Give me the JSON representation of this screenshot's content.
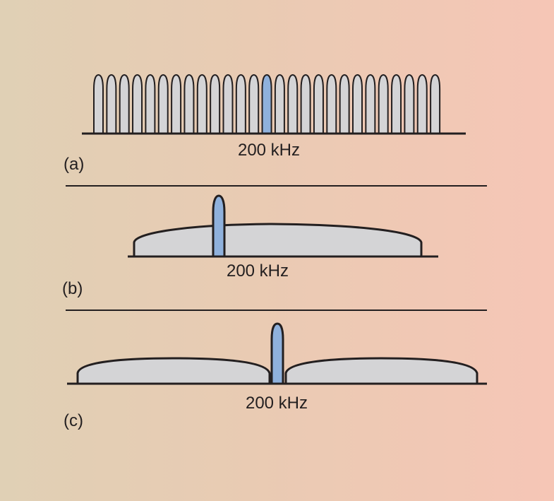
{
  "colors": {
    "carrier_fill": "#d4d4d6",
    "highlight_fill": "#8fb1dc",
    "stroke": "#231f20",
    "divider": "#231f20"
  },
  "panels": [
    {
      "tag": "(a)",
      "width_label": "200 kHz",
      "carrier_count": 27,
      "highlighted_index": 13
    },
    {
      "tag": "(b)",
      "width_label": "200 kHz"
    },
    {
      "tag": "(c)",
      "width_label": "200 kHz"
    }
  ]
}
